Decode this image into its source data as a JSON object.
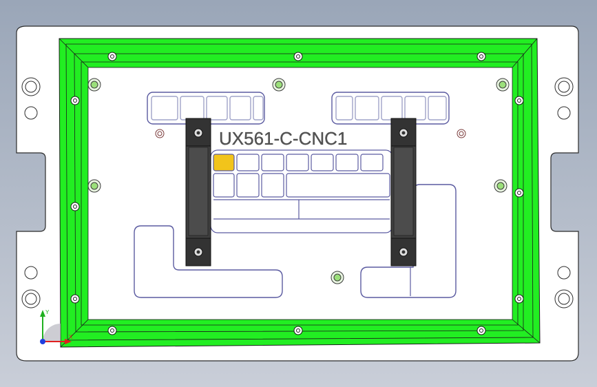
{
  "viewport": {
    "background_top": "#9aa6b8",
    "background_bottom": "#c9ced8"
  },
  "part": {
    "label": "UX561-C-CNC1",
    "fill": "#ffffff",
    "edge": "#2b2b2b"
  },
  "frame": {
    "color": "#22ee22",
    "edge": "#1a1a1a"
  },
  "cutout": {
    "edge": "#5a5aa0",
    "inner_edge": "#9fa3c8"
  },
  "clamps": {
    "color": "#3f3f3f",
    "highlight": "#6a6a6a"
  },
  "screws": {
    "color": "#9be07a",
    "edge": "#3a3a3a"
  },
  "key_highlight": {
    "color": "#f2c41b"
  },
  "triad": {
    "x_color": "#e02020",
    "y_color": "#20b020",
    "z_color": "#2040e0",
    "x_label": "X",
    "y_label": "Y"
  }
}
